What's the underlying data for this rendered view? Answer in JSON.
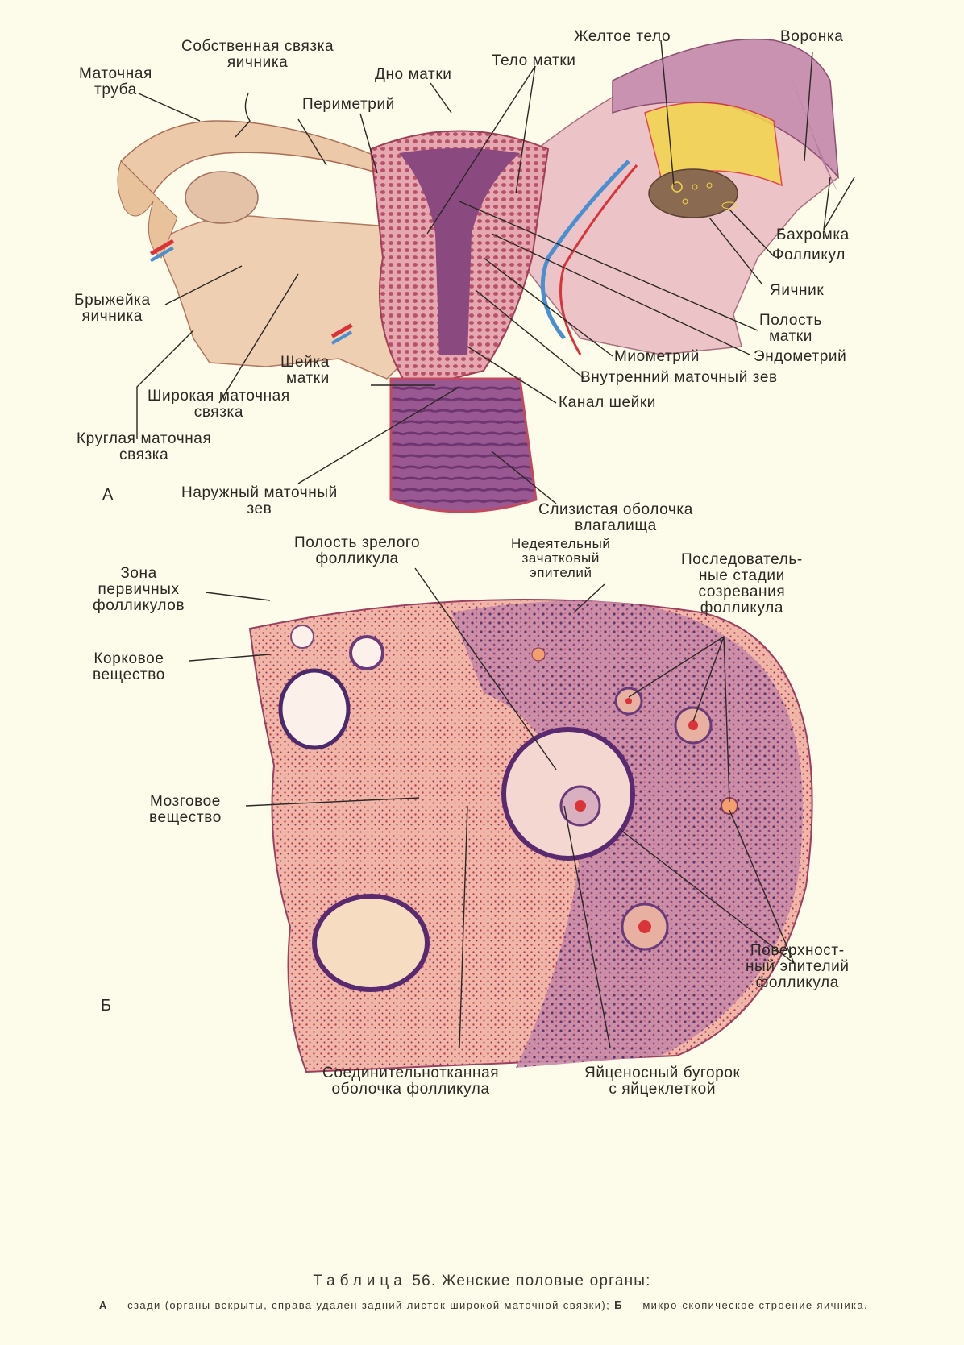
{
  "figure": {
    "panel_a_marker": "А",
    "panel_b_marker": "Б",
    "colors": {
      "background": "#fdfbea",
      "ligament": "#ecc8a8",
      "myometrium": "#d98a98",
      "uterine_cavity": "#8a4a80",
      "vagina": "#8e4d86",
      "ovary_section": "#a0609a",
      "artery": "#d8343a",
      "vein": "#4a8fd0",
      "corpus_luteum": "#f2d54a"
    }
  },
  "panel_a": {
    "labels": {
      "fallopian_tube": [
        "Маточная",
        "труба"
      ],
      "ovarian_ligament": [
        "Собственная связка",
        "яичника"
      ],
      "fundus": "Дно матки",
      "perimetrium": "Периметрий",
      "uterus_body": "Тело матки",
      "corpus_luteum": "Желтое тело",
      "infundibulum": "Воронка",
      "fimbriae": "Бахромка",
      "follicle": "Фолликул",
      "ovary": "Яичник",
      "uterine_cavity": [
        "Полость",
        "матки"
      ],
      "myometrium": "Миометрий",
      "endometrium": "Эндометрий",
      "internal_os": "Внутренний маточный зев",
      "cervical_canal": "Канал шейки",
      "mesovarium": [
        "Брыжейка",
        "яичника"
      ],
      "cervix": [
        "Шейка",
        "матки"
      ],
      "broad_ligament": [
        "Широкая маточная",
        "связка"
      ],
      "round_ligament": [
        "Круглая маточная",
        "связка"
      ],
      "external_os": [
        "Наружный маточный",
        "зев"
      ],
      "vaginal_mucosa": [
        "Слизистая оболочка",
        "влагалища"
      ]
    }
  },
  "panel_b": {
    "labels": {
      "mature_follicle_cavity": [
        "Полость зрелого",
        "фолликула"
      ],
      "inactive_germinal_epithelium": [
        "Недеятельный",
        "зачатковый",
        "эпителий"
      ],
      "maturation_stages": [
        "Последователь-",
        "ные стадии",
        "созревания",
        "фолликула"
      ],
      "primary_follicle_zone": [
        "Зона",
        "первичных",
        "фолликулов"
      ],
      "cortex": [
        "Корковое",
        "вещество"
      ],
      "medulla": [
        "Мозговое",
        "вещество"
      ],
      "follicle_surface_epithelium": [
        "Поверхност-",
        "ный эпителий",
        "фолликула"
      ],
      "theca": [
        "Соединительнотканная",
        "оболочка фолликула"
      ],
      "cumulus_oophorus": [
        "Яйценосный бугорок",
        "с яйцеклеткой"
      ]
    }
  },
  "caption": {
    "table_word": "Таблица",
    "title_rest": "56. Женские половые органы:",
    "a_marker": "А",
    "a_text": "— сзади (органы вскрыты, справа удален задний листок широкой маточной связки);",
    "b_marker": "Б",
    "b_text": "— микро-скопическое строение яичника."
  }
}
